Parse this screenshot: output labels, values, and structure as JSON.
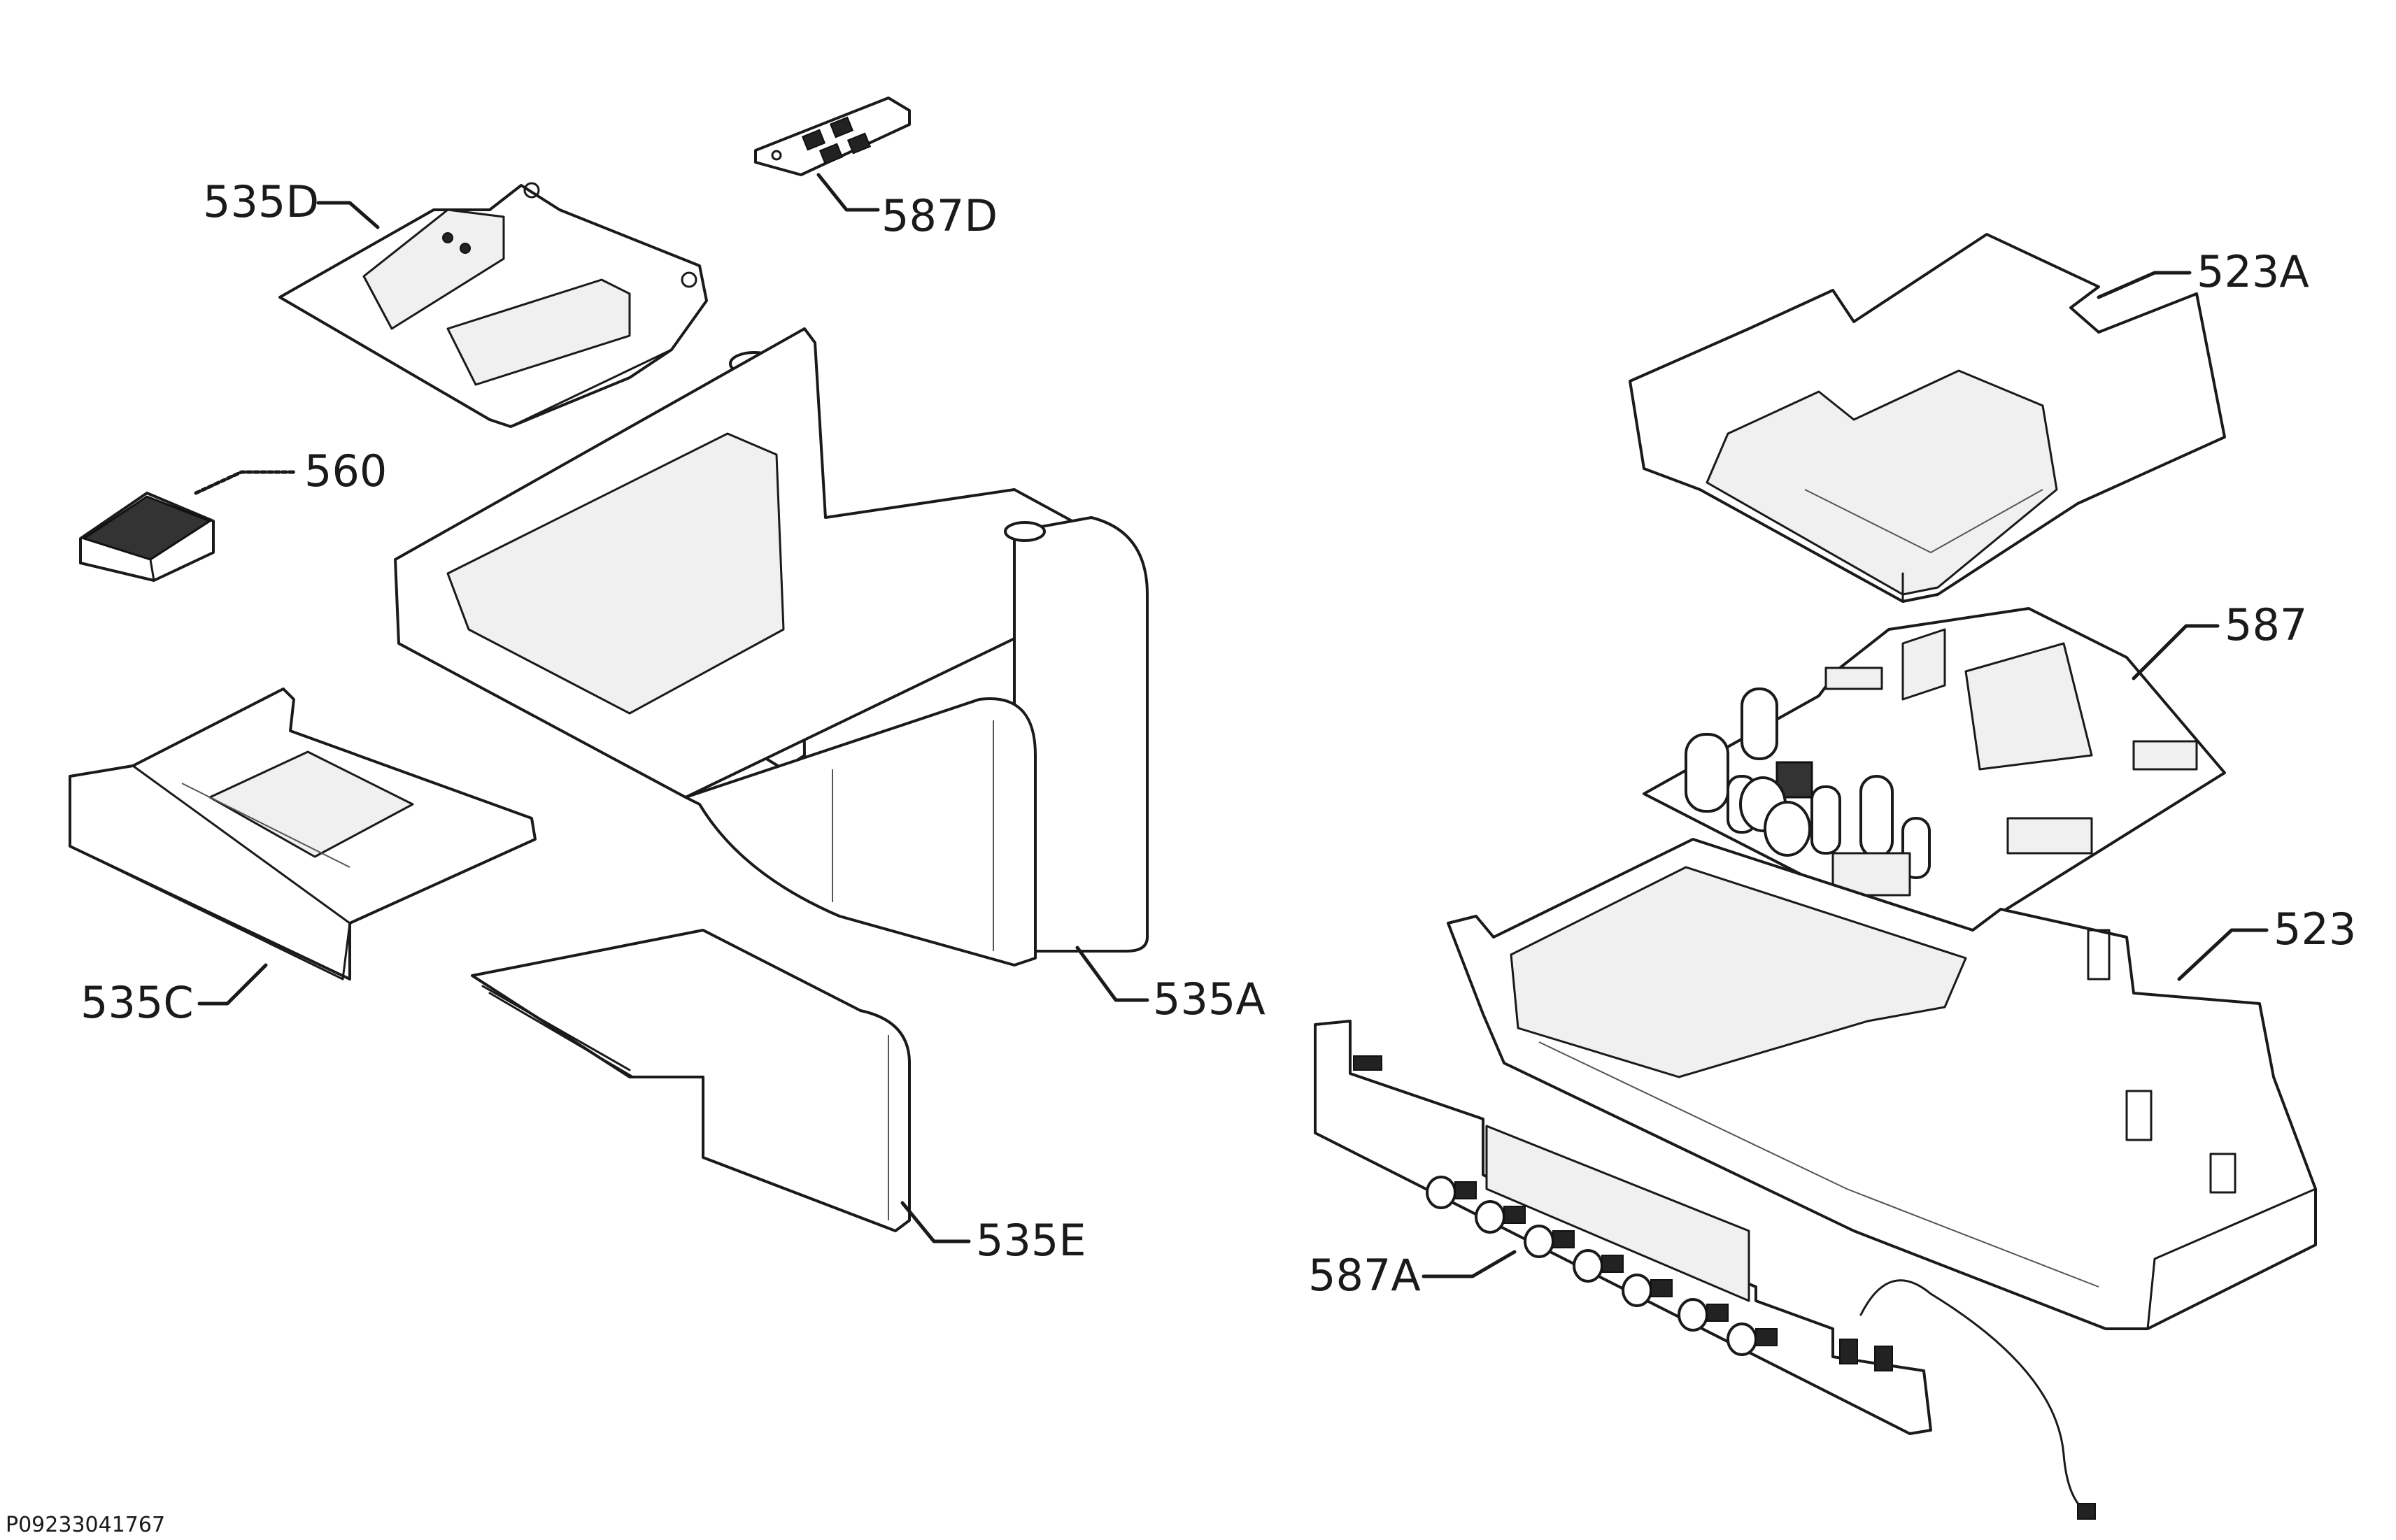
{
  "diagram": {
    "doc_code": "P09233041767",
    "callouts": {
      "c535D": "535D",
      "c587D": "587D",
      "c560": "560",
      "c535C": "535C",
      "c535A": "535A",
      "c535E": "535E",
      "c523A": "523A",
      "c587": "587",
      "c523": "523",
      "c587A": "587A"
    }
  }
}
